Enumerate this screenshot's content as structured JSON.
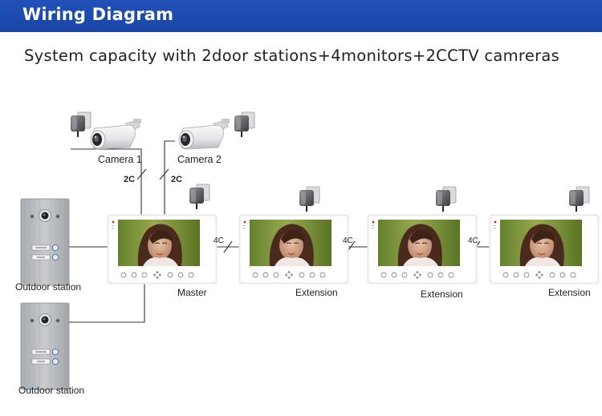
{
  "header": {
    "title": "Wiring Diagram"
  },
  "subtitle": "System capacity with 2door stations+4monitors+2CCTV camreras",
  "cameras": [
    {
      "label": "Camera 1",
      "wire": "2C"
    },
    {
      "label": "Camera 2",
      "wire": "2C"
    }
  ],
  "door_stations": [
    {
      "label": "Outdoor station"
    },
    {
      "label": "Outdoor station"
    }
  ],
  "monitors": [
    {
      "label": "Master"
    },
    {
      "label": "Extension"
    },
    {
      "label": "Extension"
    },
    {
      "label": "Extension"
    }
  ],
  "links": [
    {
      "wire": "4C"
    },
    {
      "wire": "4C"
    },
    {
      "wire": "4C"
    }
  ],
  "colors": {
    "header": "#1f4fb2",
    "panel": "#b9bcbf",
    "line": "#333333"
  }
}
